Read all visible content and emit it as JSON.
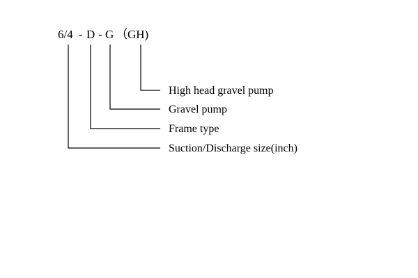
{
  "model_code": {
    "size": "6/4",
    "sep1": "-",
    "frame": "D",
    "sep2": "-",
    "type": "G",
    "variant": "（GH)"
  },
  "labels": {
    "high_head": "High head gravel pump",
    "gravel": "Gravel pump",
    "frame": "Frame type",
    "size": "Suction/Discharge size(inch)"
  },
  "colors": {
    "line": "#000000",
    "text": "#000000",
    "background": "#ffffff"
  }
}
